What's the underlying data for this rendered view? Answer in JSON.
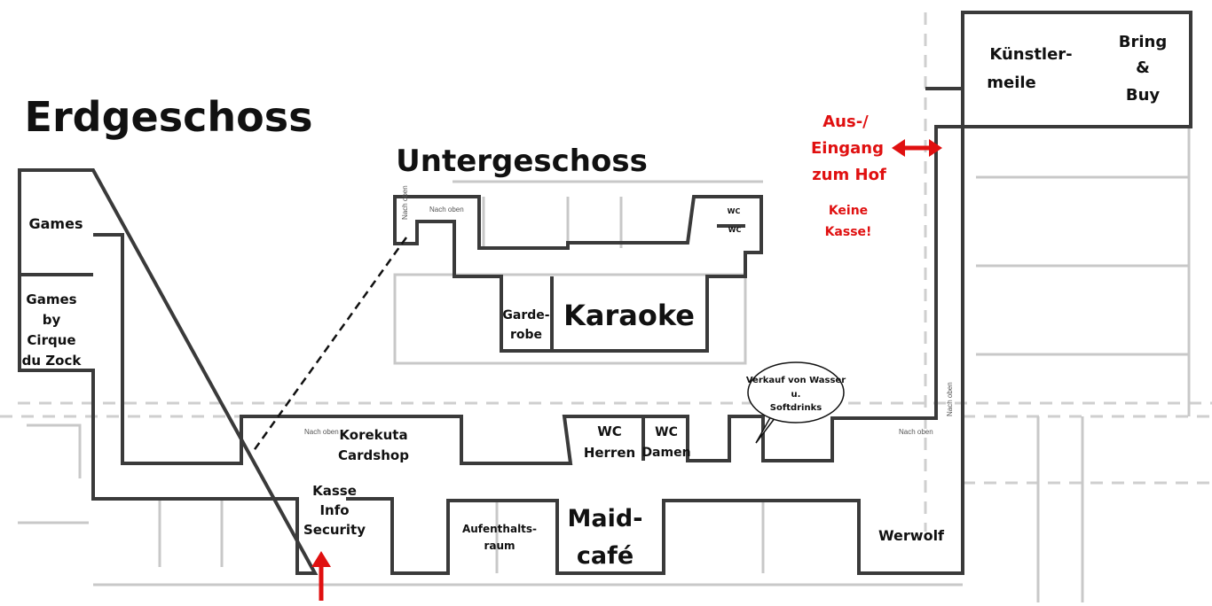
{
  "titles": {
    "ground_floor": "Erdgeschoss",
    "basement": "Untergeschoss"
  },
  "rooms": {
    "games": "Games",
    "games_cirque": [
      "Games",
      "by",
      "Cirque",
      "du Zock"
    ],
    "garderobe": [
      "Garde-",
      "robe"
    ],
    "karaoke": "Karaoke",
    "cardshop": [
      "Korekuta",
      "Cardshop"
    ],
    "kasse": [
      "Kasse",
      "Info",
      "Security"
    ],
    "aufenthalt": [
      "Aufenthalts-",
      "raum"
    ],
    "maidcafe": [
      "Maid-",
      "café"
    ],
    "wc_herren": [
      "WC",
      "Herren"
    ],
    "wc_damen": [
      "WC",
      "Damen"
    ],
    "werwolf": "Werwolf",
    "kuenstlermeile": [
      "Künstler-",
      "meile"
    ],
    "bring_buy": [
      "Bring",
      "&",
      "Buy"
    ],
    "wc_small_1": "WC",
    "wc_small_2": "WC"
  },
  "callout": [
    "Verkauf von Wasser",
    "u.",
    "Softdrinks"
  ],
  "courtyard_exit": [
    "Aus-/",
    "Eingang",
    "zum Hof"
  ],
  "no_register": [
    "Keine",
    "Kasse!"
  ],
  "stairs_label": "Nach oben",
  "colors": {
    "walls": "#3a3a3a",
    "faint": "#c8c8c8",
    "accent": "#e01010"
  }
}
